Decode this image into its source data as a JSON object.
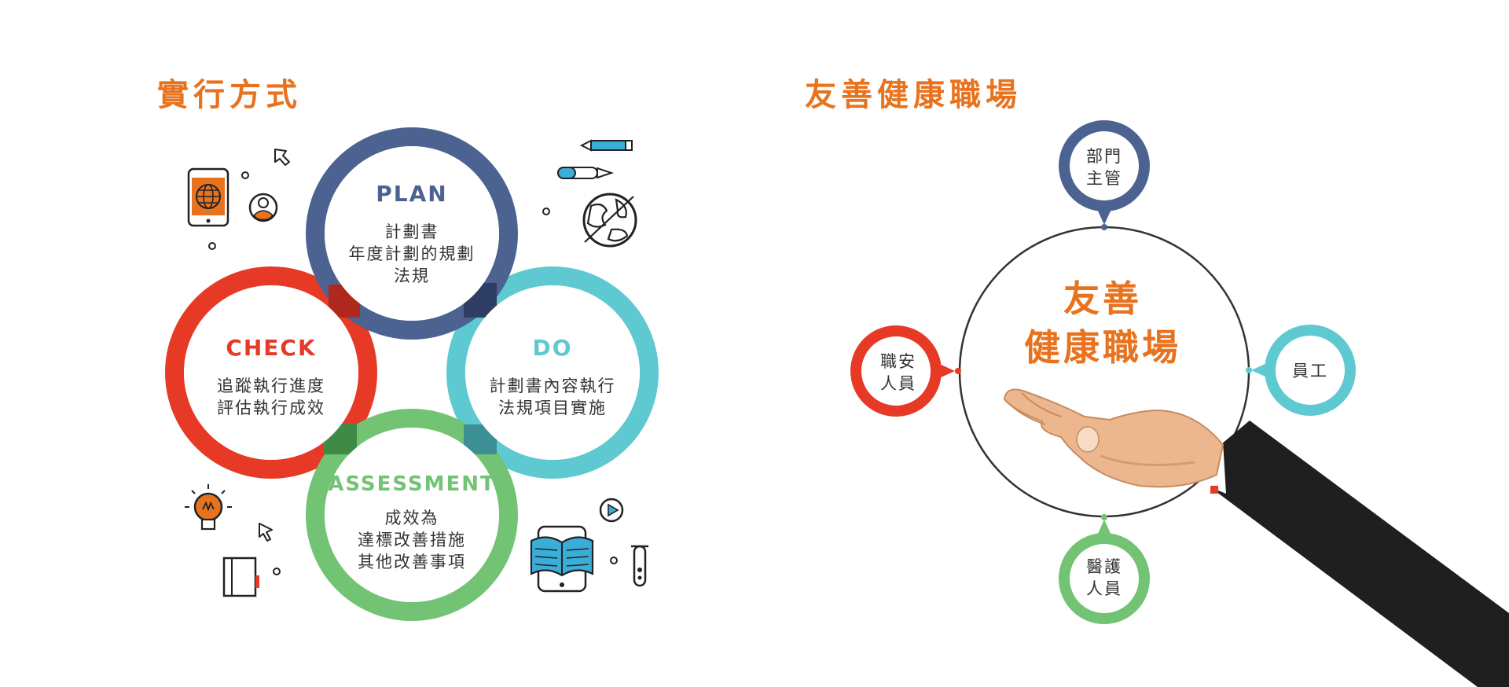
{
  "left_section": {
    "title": "實行方式",
    "cycle": [
      {
        "key": "plan",
        "heading": "PLAN",
        "lines": [
          "計劃書",
          "年度計劃的規劃",
          "法規"
        ],
        "color": "#4c6290"
      },
      {
        "key": "check",
        "heading": "CHECK",
        "lines": [
          "追蹤執行進度",
          "評估執行成效"
        ],
        "color": "#e63a26"
      },
      {
        "key": "do",
        "heading": "DO",
        "lines": [
          "計劃書內容執行",
          "法規項目實施"
        ],
        "color": "#5ec9d0"
      },
      {
        "key": "assessment",
        "heading": "ASSESSMENT",
        "lines": [
          "成效為",
          "達標改善措施",
          "其他改善事項"
        ],
        "color": "#72c373"
      }
    ]
  },
  "right_section": {
    "title": "友善健康職場",
    "center": {
      "lines": [
        "友善",
        "健康職場"
      ]
    },
    "pins": [
      {
        "key": "top",
        "lines": [
          "部門",
          "主管"
        ],
        "color": "#4c6290"
      },
      {
        "key": "left",
        "lines": [
          "職安",
          "人員"
        ],
        "color": "#e63a26"
      },
      {
        "key": "right",
        "lines": [
          "員工"
        ],
        "color": "#5ec9d0"
      },
      {
        "key": "bottom",
        "lines": [
          "醫護",
          "人員"
        ],
        "color": "#72c373"
      }
    ]
  },
  "icons": [
    "phone-globe-icon",
    "user-icon",
    "cursor-arrow-icon",
    "pencil-icon",
    "pen-icon",
    "globe-icon",
    "lightbulb-icon",
    "pointer-icon",
    "book-icon",
    "tablet-book-icon",
    "play-icon",
    "test-tube-icon",
    "hand-icon"
  ],
  "colors": {
    "accent": "#e8731f",
    "text": "#333333",
    "blue": "#4c6290",
    "red": "#e63a26",
    "cyan": "#5ec9d0",
    "green": "#72c373"
  }
}
